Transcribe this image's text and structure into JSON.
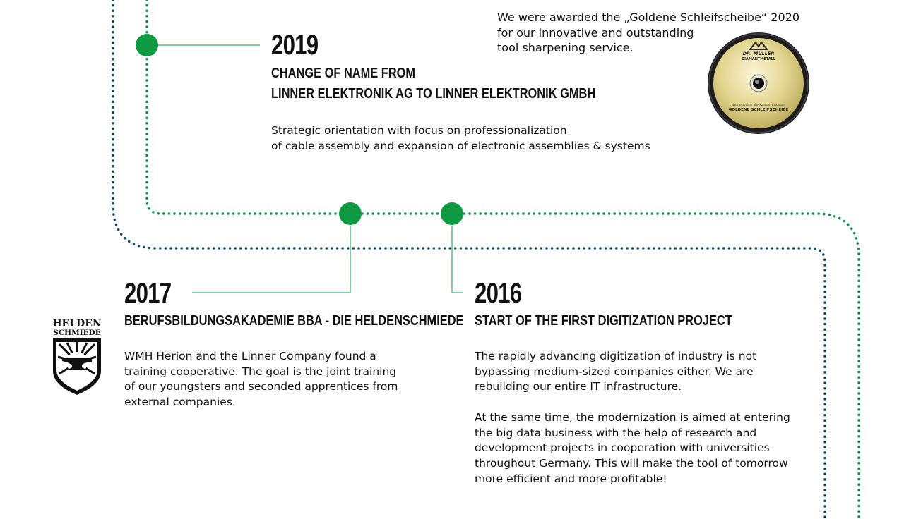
{
  "colors": {
    "line_green": "#0b9447",
    "line_teal": "#0f4f66",
    "node_green": "#0e9a43",
    "connector_green": "#5fbf7c"
  },
  "award": {
    "lines": [
      "We were awarded the „Goldene Schleifscheibe“ 2020",
      "for our innovative and outstanding",
      "tool sharpening service."
    ],
    "disc": {
      "brand_name": "DR. MÜLLER",
      "brand_sub": "DIAMANTMETALL",
      "caption": "Wernesgrüner Werkzeugsymposium",
      "title": "GOLDENE SCHLEIFSCHEIBE"
    }
  },
  "milestones": {
    "m2019": {
      "year": "2019",
      "heading": [
        "CHANGE OF NAME FROM",
        "LINNER ELEKTRONIK AG TO LINNER ELEKTRONIK GMBH"
      ],
      "body": [
        [
          "Strategic orientation with focus on professionalization",
          "of cable assembly and expansion of electronic assemblies & systems"
        ]
      ]
    },
    "m2017": {
      "year": "2017",
      "heading": [
        "BERUFSBILDUNGSAKADEMIE BBA - DIE HELDENSCHMIEDE"
      ],
      "body": [
        [
          "WMH Herion and the Linner Company found a",
          "training cooperative. The goal is the joint training",
          "of our youngsters and seconded apprentices from",
          "external companies."
        ]
      ],
      "logo": {
        "line1": "HELDEN",
        "line2": "SCHMIEDE"
      }
    },
    "m2016": {
      "year": "2016",
      "heading": [
        "START OF THE FIRST DIGITIZATION PROJECT"
      ],
      "body": [
        [
          "The rapidly advancing digitization of industry is not",
          "bypassing medium-sized companies either. We are",
          "rebuilding our entire IT infrastructure."
        ],
        [
          "At the same time, the modernization is aimed at entering",
          "the big data business with the help of research and",
          "development projects in cooperation with universities",
          "throughout Germany. This will make the tool of tomorrow",
          "more efficient and more profitable!"
        ]
      ]
    }
  }
}
